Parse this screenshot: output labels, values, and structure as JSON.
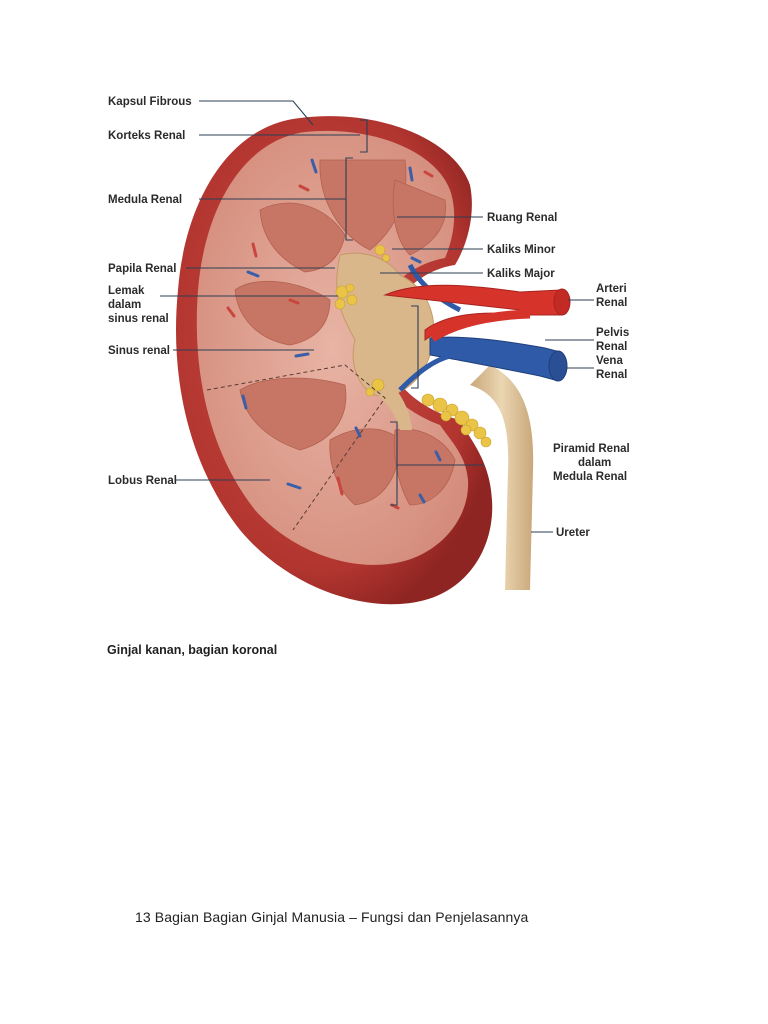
{
  "labels": {
    "kapsul_fibrous": "Kapsul Fibrous",
    "korteks_renal": "Korteks Renal",
    "medula_renal": "Medula Renal",
    "papila_renal": "Papila Renal",
    "lemak_1": "Lemak",
    "lemak_2": "dalam",
    "lemak_3": "sinus renal",
    "sinus_renal": "Sinus renal",
    "lobus_renal": "Lobus Renal",
    "ruang_renal": "Ruang Renal",
    "kaliks_minor": "Kaliks Minor",
    "kaliks_major": "Kaliks Major",
    "arteri_1": "Arteri",
    "arteri_2": "Renal",
    "pelvis_1": "Pelvis",
    "pelvis_2": "Renal",
    "vena_1": "Vena",
    "vena_2": "Renal",
    "piramid_1": "Piramid Renal",
    "piramid_2": "dalam",
    "piramid_3": "Medula Renal",
    "ureter": "Ureter"
  },
  "caption": "Ginjal kanan, bagian koronal",
  "footer": "13 Bagian Bagian Ginjal Manusia – Fungsi dan Penjelasannya",
  "colors": {
    "capsule": "#b53a35",
    "cortex": "#d99a8a",
    "pyramid": "#c97766",
    "sinus": "#d9b98a",
    "fat": "#e8c24a",
    "artery": "#d8322b",
    "vein": "#2c57a6",
    "ureter": "#dcc39a"
  }
}
